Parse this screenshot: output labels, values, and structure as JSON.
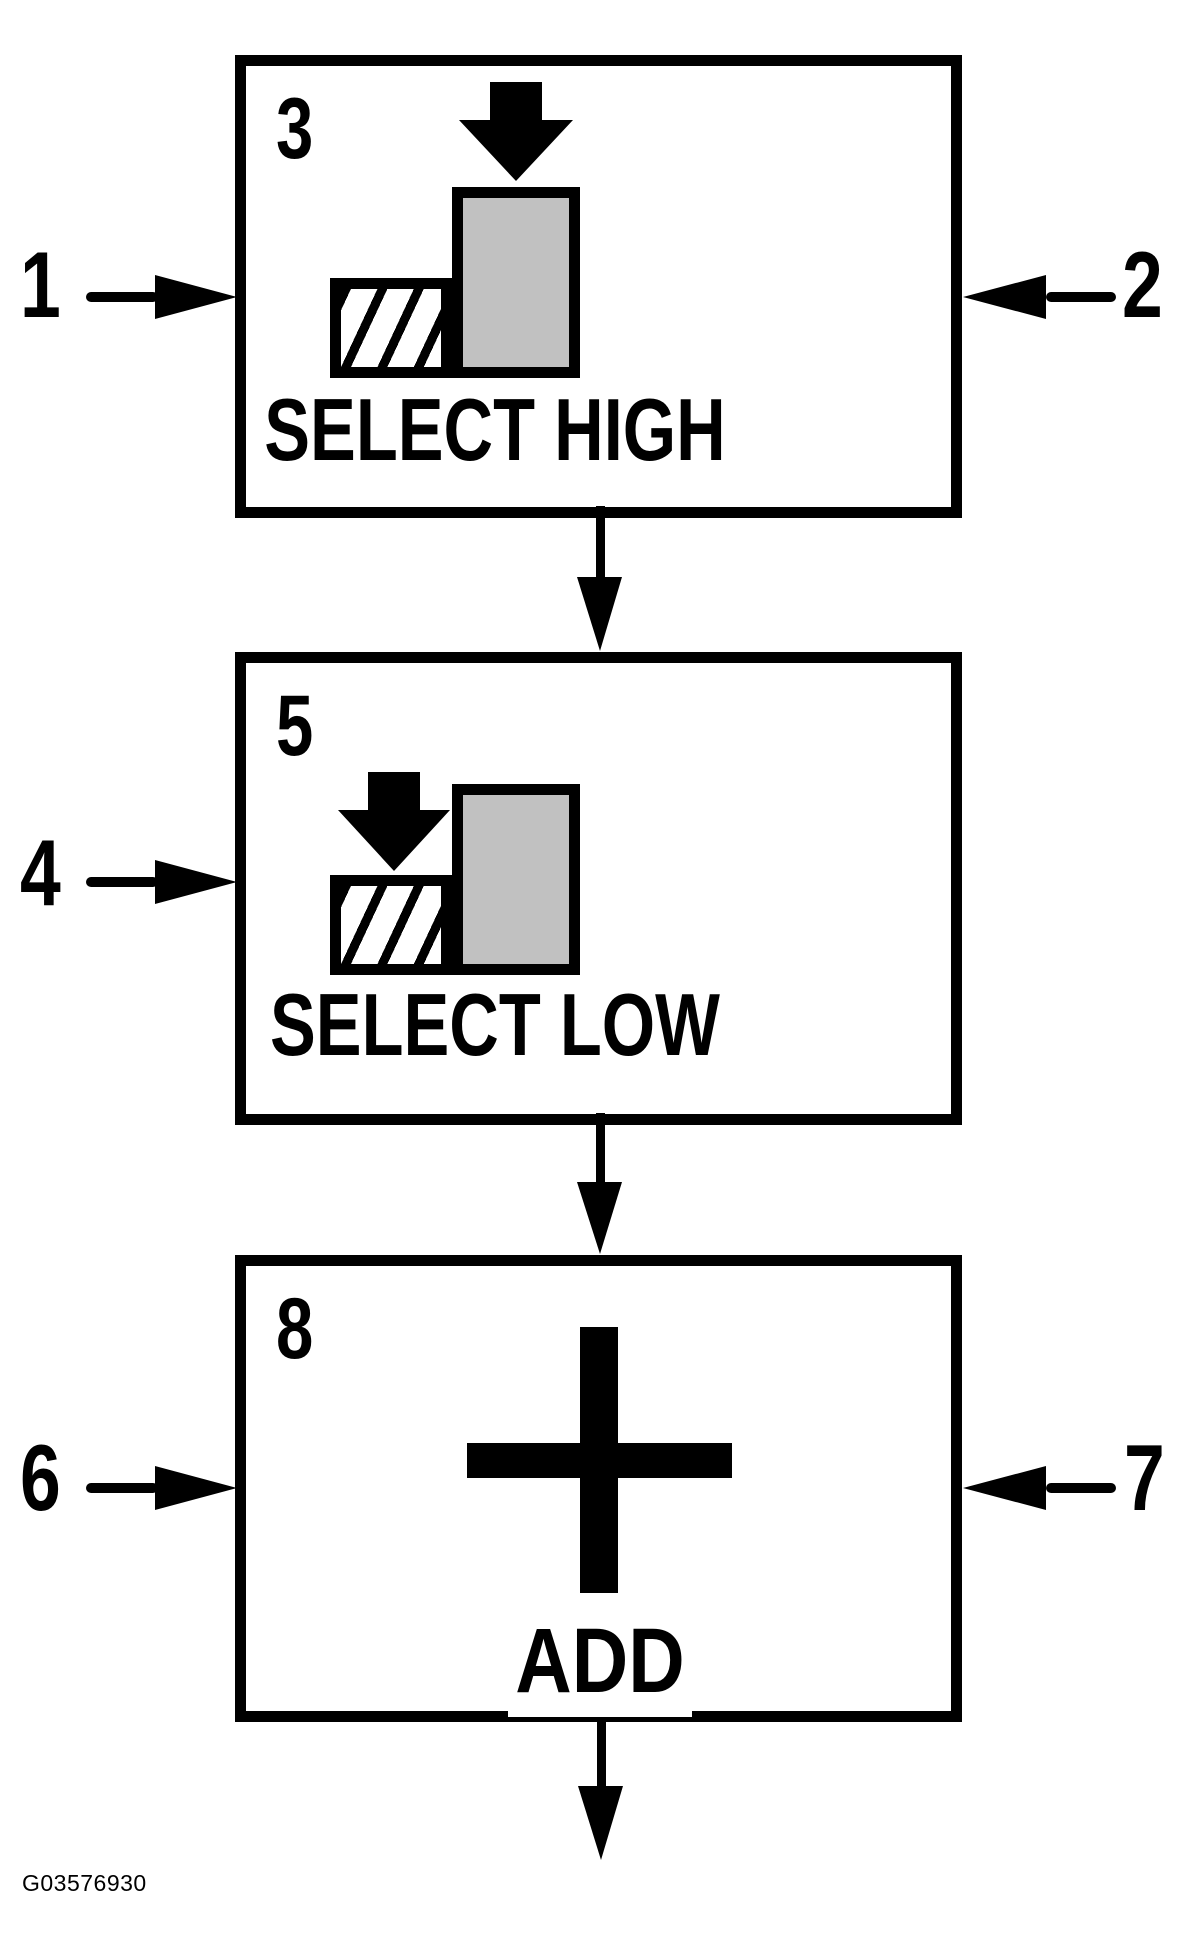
{
  "diagram": {
    "type": "flowchart",
    "steps": [
      {
        "number": "3",
        "caption": "SELECT HIGH",
        "icon": "press-arrow-on-high-gray-bar"
      },
      {
        "number": "5",
        "caption": "SELECT LOW",
        "icon": "press-arrow-on-low-hatched-bar"
      },
      {
        "number": "8",
        "caption": "ADD",
        "icon": "plus-sign"
      }
    ],
    "flow_arrows": [
      {
        "from": "3",
        "to": "5"
      },
      {
        "from": "5",
        "to": "8"
      },
      {
        "from": "8",
        "to": "exit-bottom"
      }
    ],
    "callouts": [
      {
        "label": "1",
        "side": "left",
        "points_to": "SELECT HIGH box"
      },
      {
        "label": "2",
        "side": "right",
        "points_to": "SELECT HIGH box"
      },
      {
        "label": "4",
        "side": "left",
        "points_to": "SELECT LOW box"
      },
      {
        "label": "6",
        "side": "left",
        "points_to": "ADD box"
      },
      {
        "label": "7",
        "side": "right",
        "points_to": "ADD box"
      }
    ],
    "figure_code": "G03576930",
    "colors": {
      "line": "#000000",
      "bar_fill_gray": "#c1c1c1",
      "background": "#ffffff"
    }
  }
}
